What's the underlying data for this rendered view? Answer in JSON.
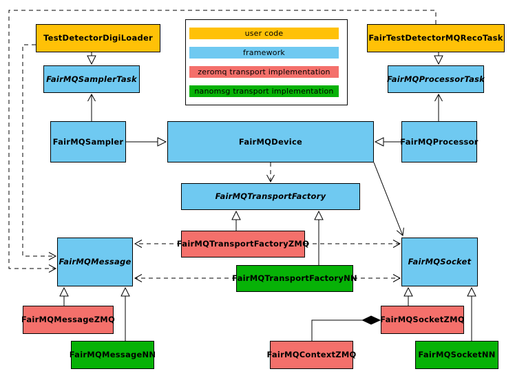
{
  "colors": {
    "user_code": "#FFC107",
    "framework": "#6FC9F1",
    "zeromq": "#F4706B",
    "nanomsg": "#07B207",
    "line": "#000000"
  },
  "legend": {
    "items": [
      {
        "label": "user code",
        "color_key": "user_code"
      },
      {
        "label": "framework",
        "color_key": "framework"
      },
      {
        "label": "zeromq transport implementation",
        "color_key": "zeromq"
      },
      {
        "label": "nanomsg transport implementation",
        "color_key": "nanomsg"
      }
    ]
  },
  "nodes": {
    "testdetectordigiloader": {
      "label": "TestDetectorDigiLoader",
      "category": "user_code",
      "abstract": false
    },
    "fairtestdetectormqrecotask": {
      "label": "FairTestDetectorMQRecoTask",
      "category": "user_code",
      "abstract": false
    },
    "fairmqsamplertask": {
      "label": "FairMQSamplerTask",
      "category": "framework",
      "abstract": true
    },
    "fairmqprocessortask": {
      "label": "FairMQProcessorTask",
      "category": "framework",
      "abstract": true
    },
    "fairmqsampler": {
      "label": "FairMQSampler",
      "category": "framework",
      "abstract": false
    },
    "fairmqdevice": {
      "label": "FairMQDevice",
      "category": "framework",
      "abstract": false
    },
    "fairmqprocessor": {
      "label": "FairMQProcessor",
      "category": "framework",
      "abstract": false
    },
    "fairmqtransportfactory": {
      "label": "FairMQTransportFactory",
      "category": "framework",
      "abstract": true
    },
    "fairmqtransportfactoryzmq": {
      "label": "FairMQTransportFactoryZMQ",
      "category": "zeromq",
      "abstract": false
    },
    "fairmqtransportfactorynn": {
      "label": "FairMQTransportFactoryNN",
      "category": "nanomsg",
      "abstract": false
    },
    "fairmqmessage": {
      "label": "FairMQMessage",
      "category": "framework",
      "abstract": true
    },
    "fairmqsocket": {
      "label": "FairMQSocket",
      "category": "framework",
      "abstract": true
    },
    "fairmqmessagezmq": {
      "label": "FairMQMessageZMQ",
      "category": "zeromq",
      "abstract": false
    },
    "fairmqmessagenn": {
      "label": "FairMQMessageNN",
      "category": "nanomsg",
      "abstract": false
    },
    "fairmqcontextzmq": {
      "label": "FairMQContextZMQ",
      "category": "zeromq",
      "abstract": false
    },
    "fairmqsocketzmq": {
      "label": "FairMQSocketZMQ",
      "category": "zeromq",
      "abstract": false
    },
    "fairmqsocketnn": {
      "label": "FairMQSocketNN",
      "category": "nanomsg",
      "abstract": false
    }
  },
  "edges": [
    {
      "from": "TestDetectorDigiLoader",
      "to": "FairMQSamplerTask",
      "type": "generalization"
    },
    {
      "from": "FairTestDetectorMQRecoTask",
      "to": "FairMQProcessorTask",
      "type": "generalization"
    },
    {
      "from": "FairMQSampler",
      "to": "FairMQDevice",
      "type": "generalization"
    },
    {
      "from": "FairMQProcessor",
      "to": "FairMQDevice",
      "type": "generalization"
    },
    {
      "from": "FairMQSampler",
      "to": "FairMQSamplerTask",
      "type": "association"
    },
    {
      "from": "FairMQProcessor",
      "to": "FairMQProcessorTask",
      "type": "association"
    },
    {
      "from": "FairMQDevice",
      "to": "FairMQSocket",
      "type": "association"
    },
    {
      "from": "FairMQDevice",
      "to": "FairMQTransportFactory",
      "type": "dependency"
    },
    {
      "from": "FairMQTransportFactoryZMQ",
      "to": "FairMQTransportFactory",
      "type": "generalization"
    },
    {
      "from": "FairMQTransportFactoryNN",
      "to": "FairMQTransportFactory",
      "type": "generalization"
    },
    {
      "from": "FairMQTransportFactoryZMQ",
      "to": "FairMQMessage",
      "type": "dependency"
    },
    {
      "from": "FairMQTransportFactoryZMQ",
      "to": "FairMQSocket",
      "type": "dependency"
    },
    {
      "from": "FairMQTransportFactoryNN",
      "to": "FairMQMessage",
      "type": "dependency"
    },
    {
      "from": "FairMQTransportFactoryNN",
      "to": "FairMQSocket",
      "type": "dependency"
    },
    {
      "from": "TestDetectorDigiLoader",
      "to": "FairMQMessage",
      "type": "dependency"
    },
    {
      "from": "FairTestDetectorMQRecoTask",
      "to": "FairMQMessage",
      "type": "dependency"
    },
    {
      "from": "FairMQMessageZMQ",
      "to": "FairMQMessage",
      "type": "generalization"
    },
    {
      "from": "FairMQMessageNN",
      "to": "FairMQMessage",
      "type": "generalization"
    },
    {
      "from": "FairMQSocketZMQ",
      "to": "FairMQSocket",
      "type": "generalization"
    },
    {
      "from": "FairMQSocketNN",
      "to": "FairMQSocket",
      "type": "generalization"
    },
    {
      "from": "FairMQContextZMQ",
      "to": "FairMQSocketZMQ",
      "type": "composition"
    }
  ]
}
